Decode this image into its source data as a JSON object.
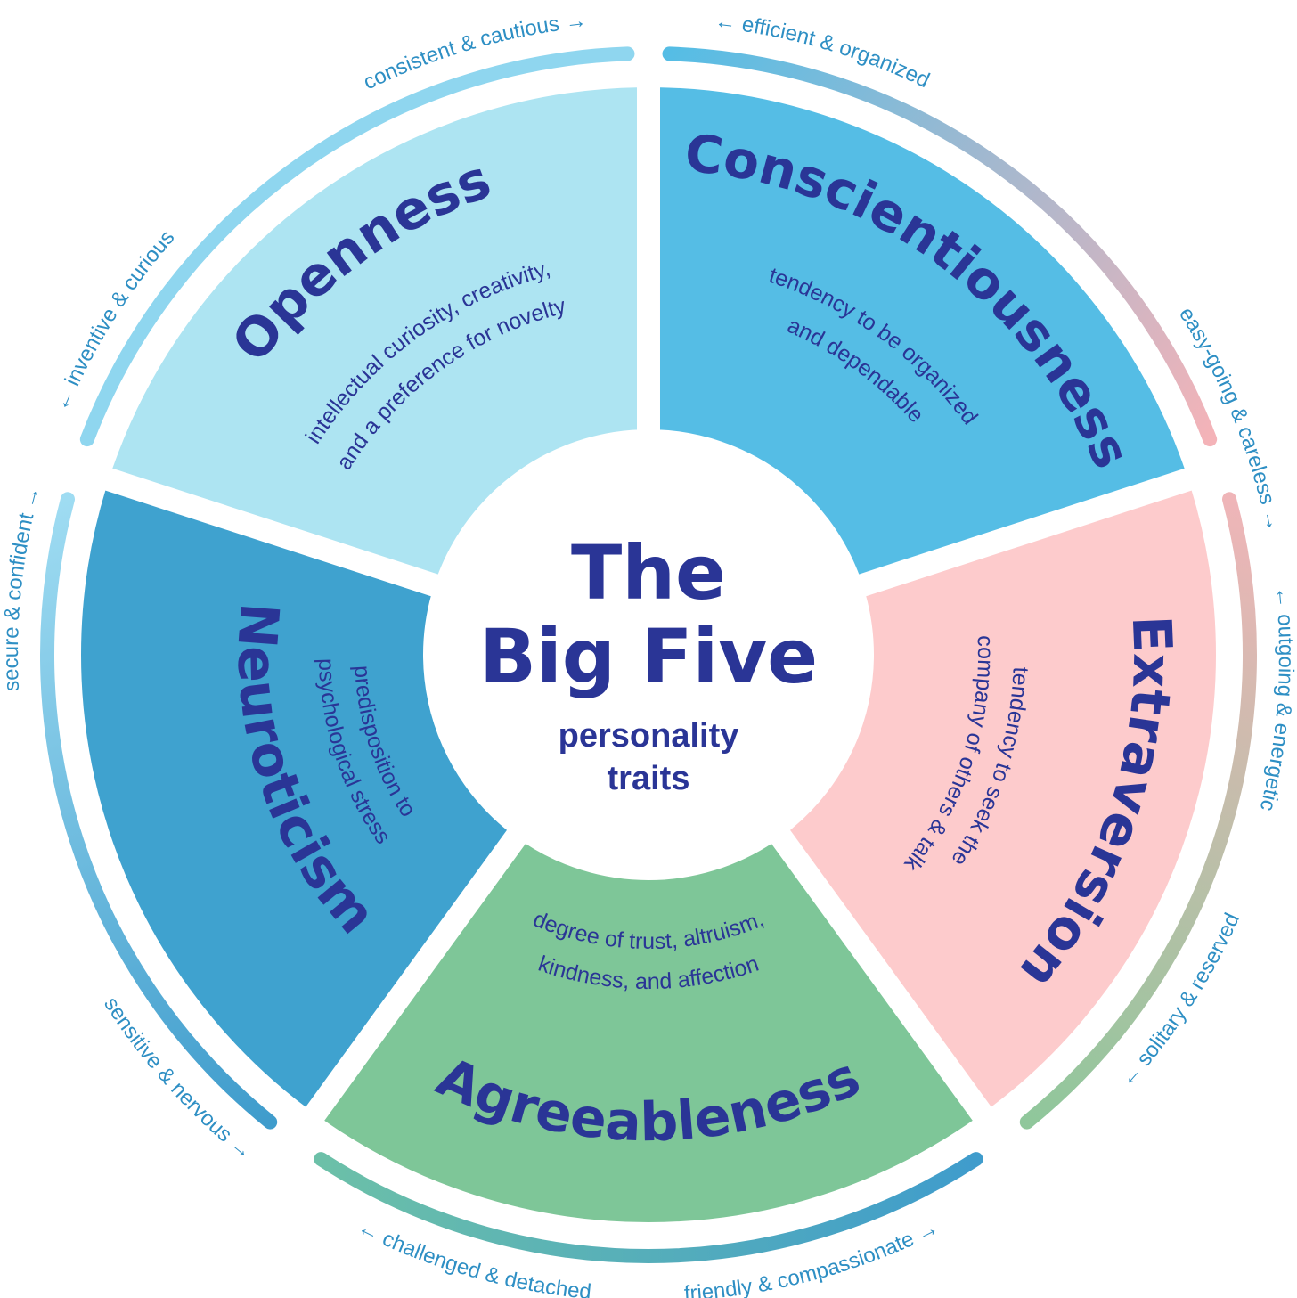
{
  "center": {
    "title_line1": "The",
    "title_line2": "Big Five",
    "subtitle_line1": "personality",
    "subtitle_line2": "traits"
  },
  "segments": [
    {
      "key": "openness",
      "title": "Openness",
      "desc": [
        "intellectual curiosity, creativity,",
        "and a preference for novelty"
      ],
      "color": "#ade4f2"
    },
    {
      "key": "conscientiousness",
      "title": "Conscientiousness",
      "desc": [
        "tendency to be organized",
        "and dependable"
      ],
      "color": "#55bde5"
    },
    {
      "key": "extraversion",
      "title": "Extraversion",
      "desc": [
        "tendency to seek the",
        "company of others & talk"
      ],
      "color": "#fdcbcc"
    },
    {
      "key": "agreeableness",
      "title": "Agreeableness",
      "desc": [
        "degree of trust, altruism,",
        "kindness, and affection"
      ],
      "color": "#7ec698"
    },
    {
      "key": "neuroticism",
      "title": "Neuroticism",
      "desc": [
        "predisposition to",
        "psychological stress"
      ],
      "color": "#3fa2cf"
    }
  ],
  "ring_labels": [
    "consistent & cautious →",
    "← efficient & organized",
    "easy-going & careless →",
    "← outgoing & energetic",
    "← solitary & reserved",
    "friendly & compassionate →",
    "← challenged & detached",
    "sensitive & nervous →",
    "secure & confident →",
    "← inventive & curious"
  ],
  "ring_colors": {
    "openness": "#8fd6ef",
    "conscientiousness_start": "#55bde5",
    "conscientiousness_end": "#f4b3b8",
    "extraversion_start": "#efb5b8",
    "extraversion_end": "#8fc79b",
    "agreeableness_start": "#3f9ccc",
    "agreeableness_end": "#6cc0a8",
    "neuroticism_start": "#9fdcf2",
    "neuroticism_end": "#3f9ccc"
  }
}
